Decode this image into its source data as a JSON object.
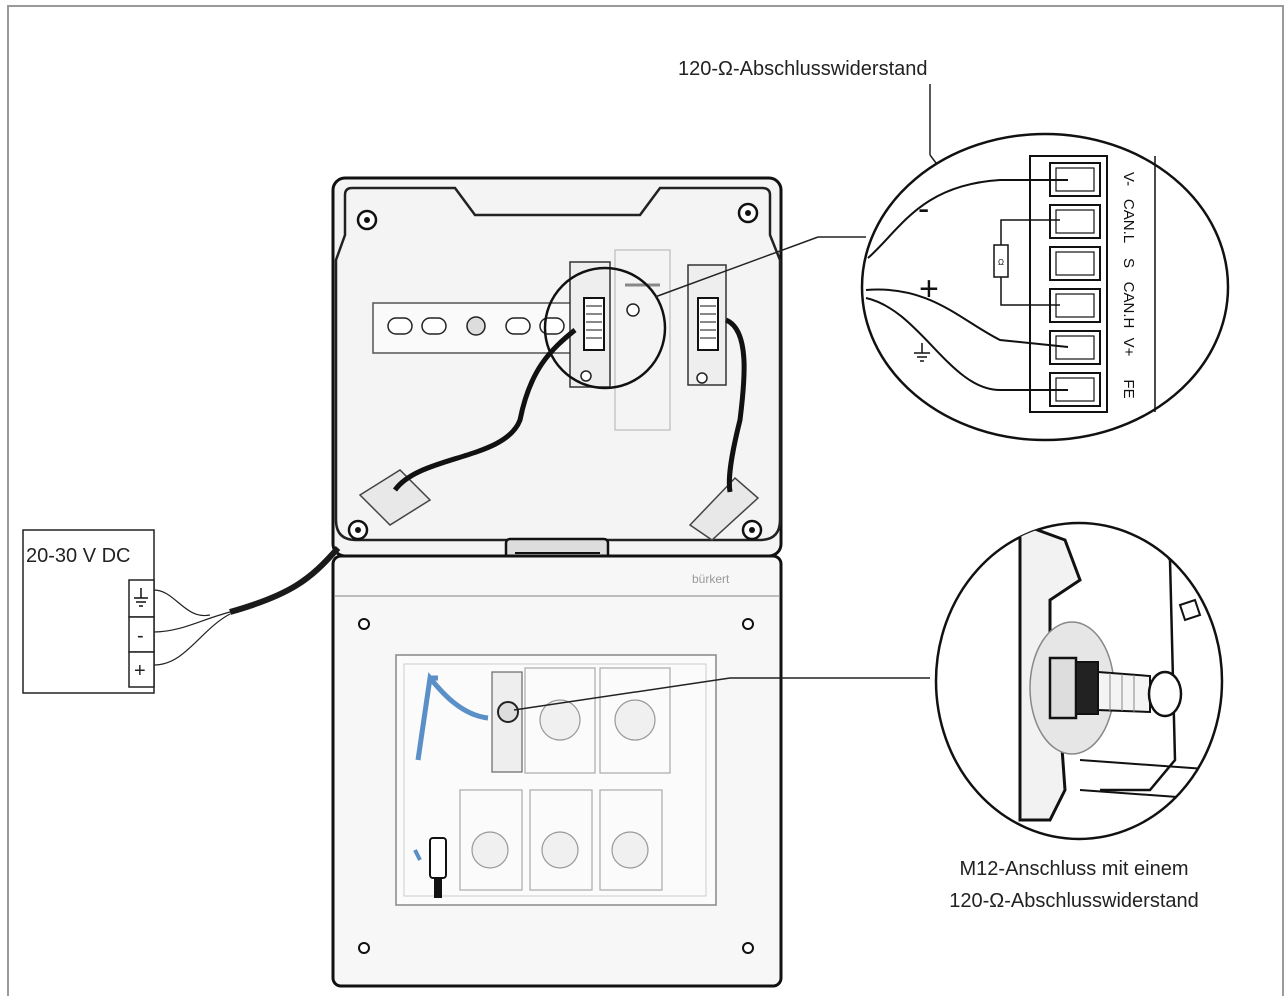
{
  "resistor_callout": {
    "title": "120-Ω-Abschlusswiderstand"
  },
  "terminal_block": {
    "terminals": [
      "V-",
      "CAN.L",
      "S",
      "CAN.H",
      "V+",
      "FE"
    ],
    "resistor_symbol": "Ω",
    "minus_sign": "-",
    "plus_sign": "+"
  },
  "power_supply": {
    "label": "20-30 V DC",
    "ground_symbol": "⏚",
    "minus": "-",
    "plus": "+"
  },
  "m12_callout": {
    "line1": "M12-Anschluss mit einem",
    "line2": "120-Ω-Abschlusswiderstand"
  },
  "brand_text": "bürkert",
  "colors": {
    "frame": "#9a9a9a",
    "line": "#222222",
    "cable": "#1a1a1a",
    "blue_wire": "#5b8fc7",
    "housing_fill": "#f4f4f4"
  }
}
